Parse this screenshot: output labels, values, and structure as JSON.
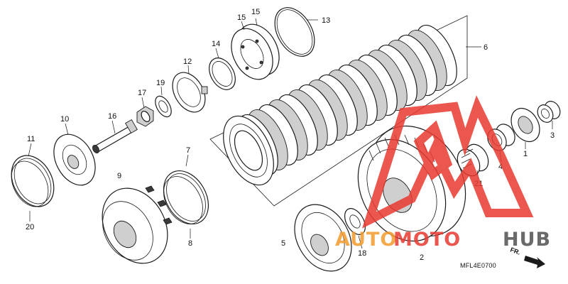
{
  "diagram": {
    "drawing_code": "MFL4E0700",
    "part_labels": {
      "p1": "1",
      "p2": "2",
      "p3": "3",
      "p4": "4",
      "p5": "5",
      "p6": "6",
      "p7": "7",
      "p8": "8",
      "p9": "9",
      "p10": "10",
      "p11": "11",
      "p12": "12",
      "p13": "13",
      "p14": "14",
      "p15a": "15",
      "p15b": "15",
      "p16": "16",
      "p17": "17",
      "p18": "18",
      "p19": "19",
      "p20": "20",
      "p21": "21"
    },
    "direction_label": "FR.",
    "watermark": {
      "part1": "AUTO",
      "part2": "MOTO",
      "part3": "HUB",
      "color_red": "#e83a2f",
      "color_orange": "#f29a2e",
      "color_gray": "#5a5a5a"
    }
  }
}
